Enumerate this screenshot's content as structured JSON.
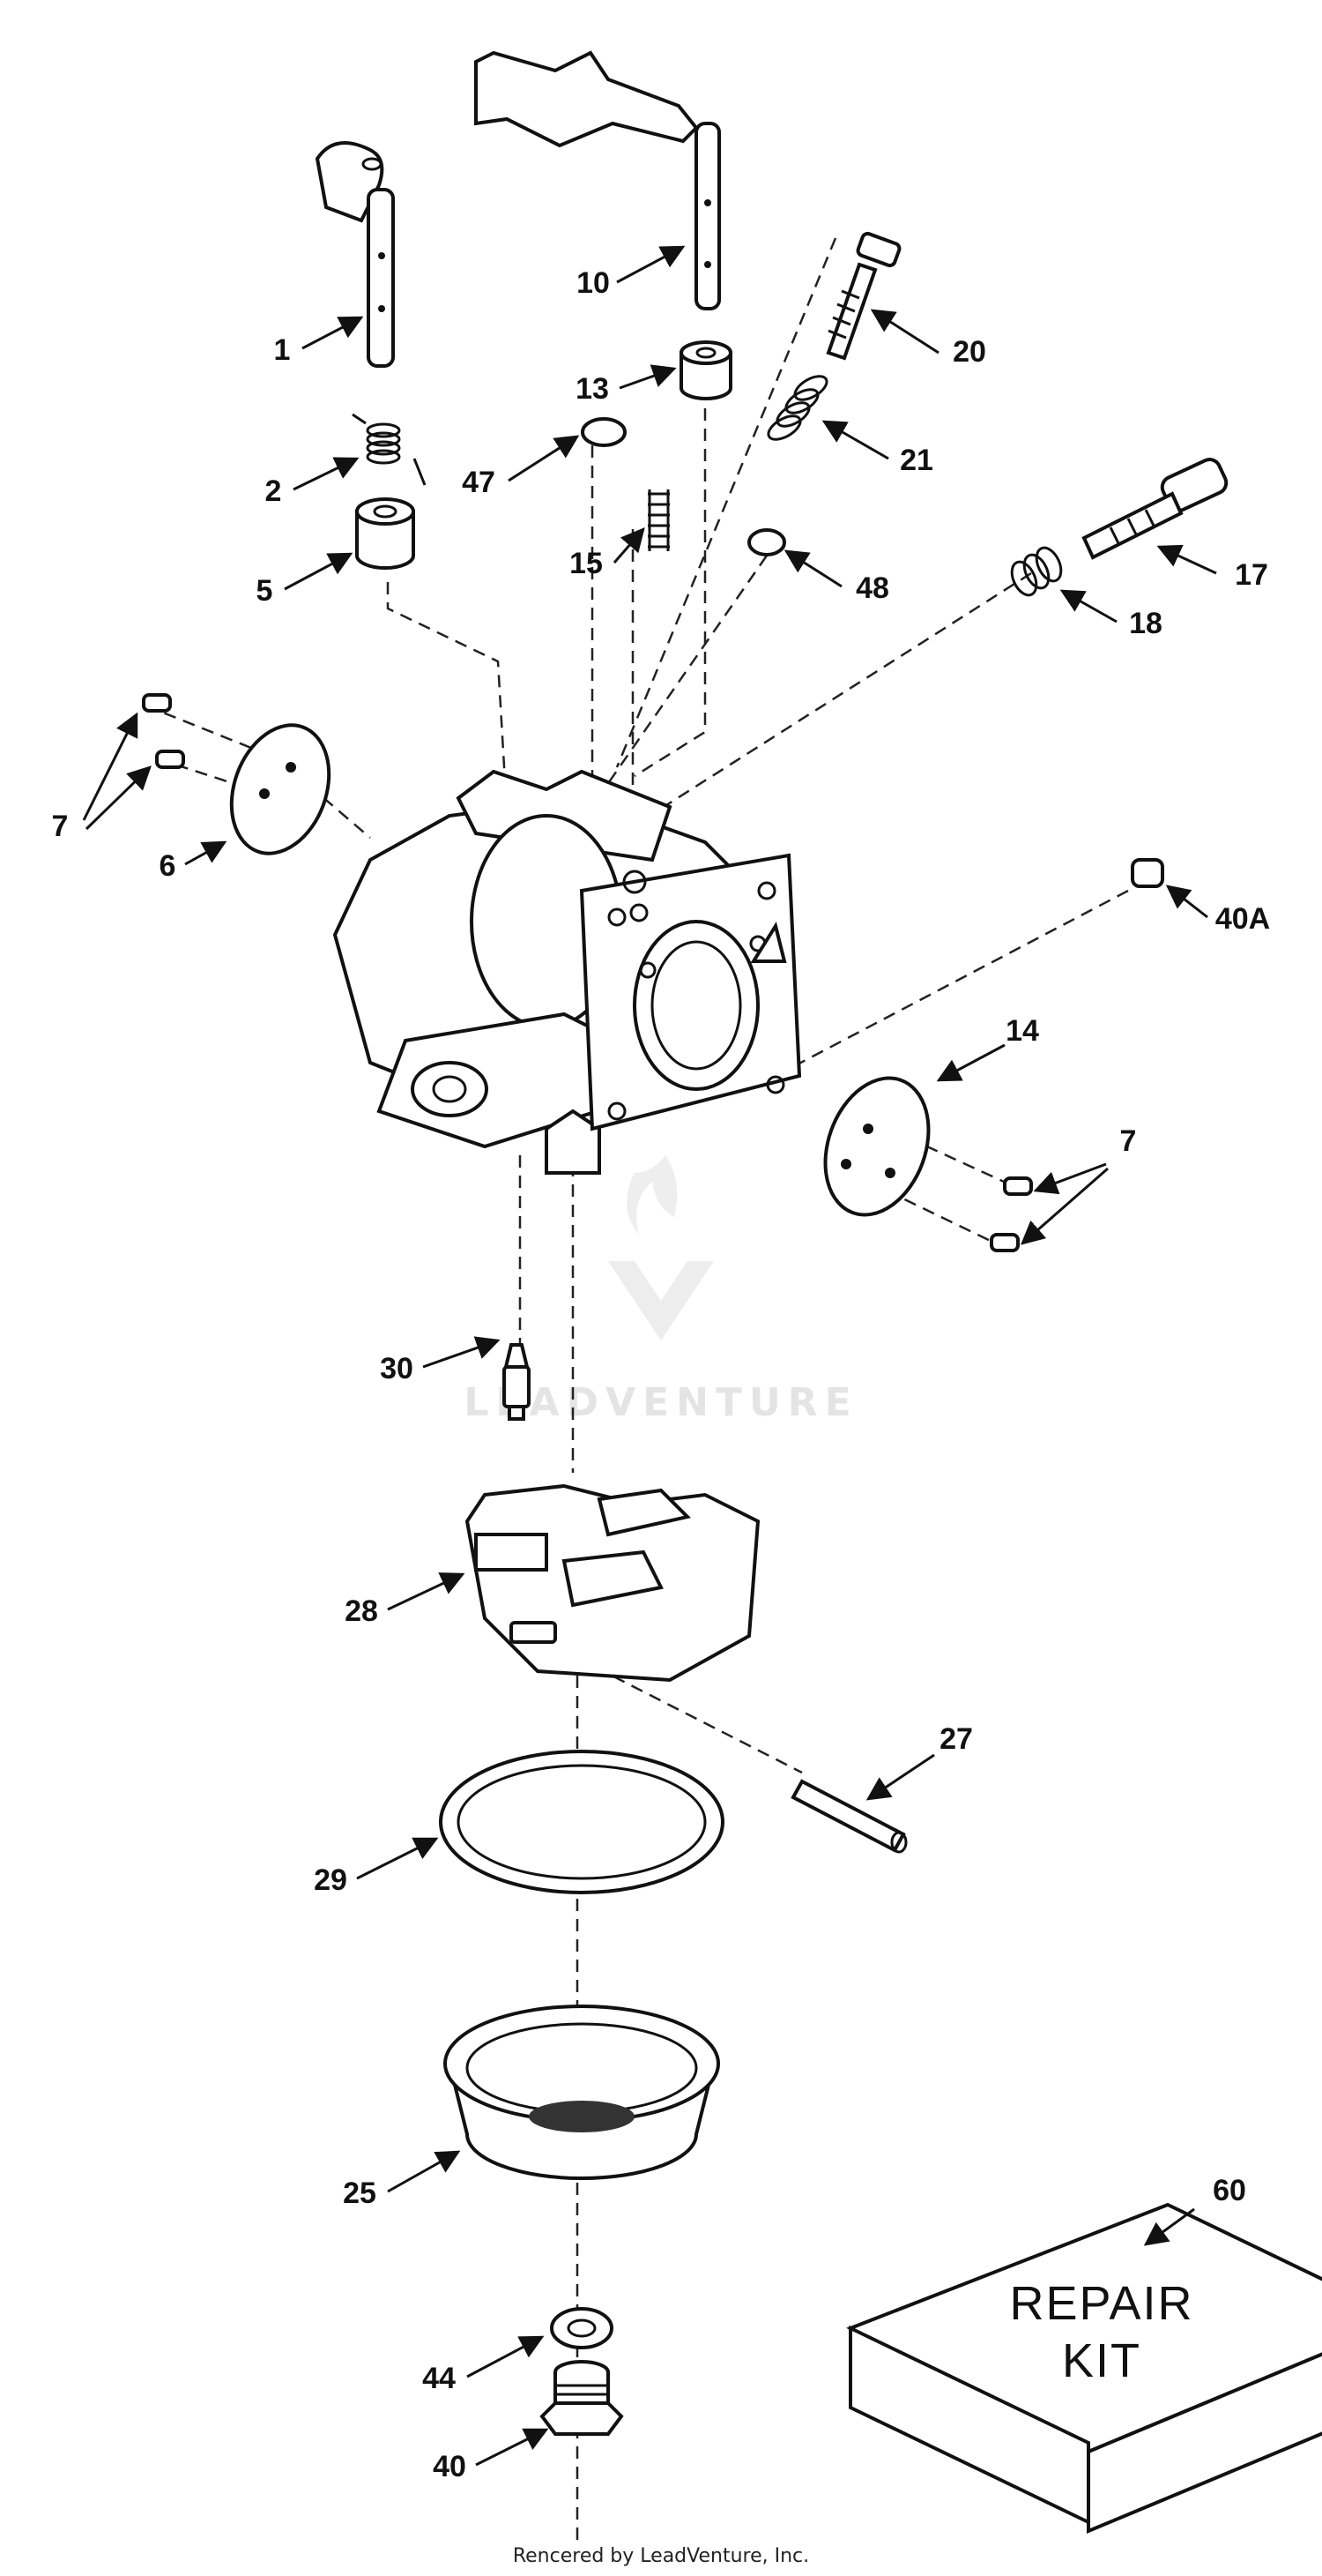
{
  "labels": {
    "p1": "1",
    "p2": "2",
    "p5": "5",
    "p6": "6",
    "p7a": "7",
    "p7b": "7",
    "p10": "10",
    "p13": "13",
    "p14": "14",
    "p15": "15",
    "p17": "17",
    "p18": "18",
    "p20": "20",
    "p21": "21",
    "p25": "25",
    "p27": "27",
    "p28": "28",
    "p29": "29",
    "p30": "30",
    "p40": "40",
    "p40a": "40A",
    "p44": "44",
    "p47": "47",
    "p48": "48",
    "p60": "60"
  },
  "repair_kit": {
    "line1": "REPAIR",
    "line2": "KIT"
  },
  "watermark": "LEADVENTURE",
  "footer": {
    "credit": "Rencered by LeadVenture, Inc."
  }
}
